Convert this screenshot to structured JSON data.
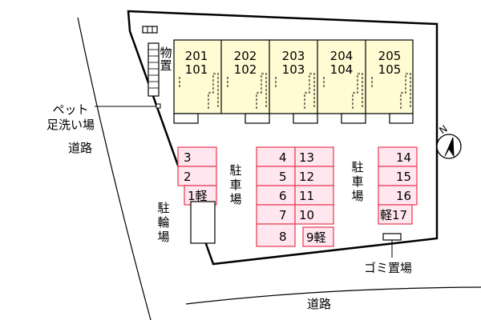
{
  "colors": {
    "building_fill": "#fffbd2",
    "parking_fill": "#ffe6ef",
    "parking_stroke": "#e8374f",
    "line": "#000000",
    "background": "#ffffff"
  },
  "units": [
    {
      "upper": "201",
      "lower": "101"
    },
    {
      "upper": "202",
      "lower": "102"
    },
    {
      "upper": "203",
      "lower": "103"
    },
    {
      "upper": "204",
      "lower": "104"
    },
    {
      "upper": "205",
      "lower": "105"
    }
  ],
  "storage_label": "物置",
  "parking_left": [
    "3",
    "2",
    "1軽"
  ],
  "parking_center_col1": [
    "4",
    "5",
    "6",
    "7",
    "8"
  ],
  "parking_center_col2": [
    "13",
    "12",
    "11",
    "10",
    "9軽"
  ],
  "parking_right": [
    "14",
    "15",
    "16",
    "軽17"
  ],
  "parking_label": "駐車場",
  "bicycle_label": "駐輪場",
  "pet_label_line1": "ペット",
  "pet_label_line2": "足洗い場",
  "road_label_left": "道路",
  "road_label_bottom": "道路",
  "garbage_label": "ゴミ置場",
  "compass_label": "N"
}
